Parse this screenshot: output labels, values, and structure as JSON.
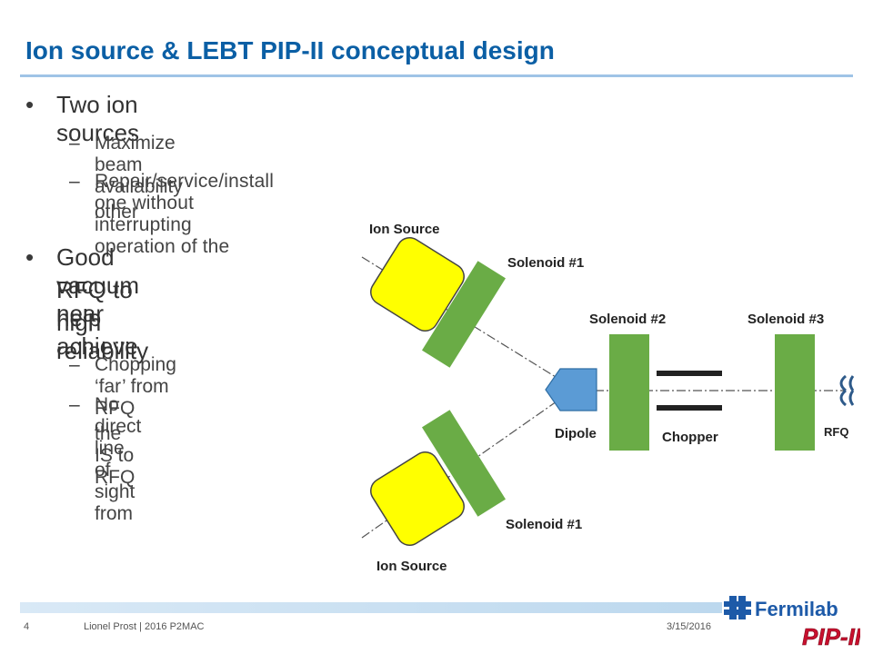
{
  "title": "Ion source & LEBT PIP-II conceptual design",
  "bullets": {
    "b1": "Two ion sources",
    "b1_s1": "Maximize beam availability",
    "b1_s2_l1": "Repair/service/install one without interrupting operation of the",
    "b1_s2_l2": "other",
    "b2_l1": "Good vacuum near",
    "b2_l2": "RFQ to help achieve",
    "b2_l3": "high reliability",
    "b2_s1": "Chopping ‘far’ from RFQ",
    "b2_s2_l1": "No direct line of sight from",
    "b2_s2_l2": "the IS to RFQ",
    "bullet_glyph": "•",
    "dash_glyph": "–"
  },
  "diagram": {
    "ion_source_top": "Ion Source",
    "ion_source_bottom": "Ion Source",
    "solenoid1_top": "Solenoid #1",
    "solenoid1_bottom": "Solenoid #1",
    "solenoid2": "Solenoid #2",
    "solenoid3": "Solenoid #3",
    "dipole": "Dipole",
    "chopper": "Chopper",
    "rfq": "RFQ",
    "colors": {
      "source": "#ffff00",
      "solenoid": "#6aac46",
      "dipole": "#5b9bd5",
      "rfq": "#2e5a8a"
    }
  },
  "footer": {
    "page": "4",
    "author": "Lionel Prost | 2016 P2MAC",
    "date": "3/15/2016",
    "logo_name": "Fermilab",
    "logo_sub": "PIP-II"
  }
}
